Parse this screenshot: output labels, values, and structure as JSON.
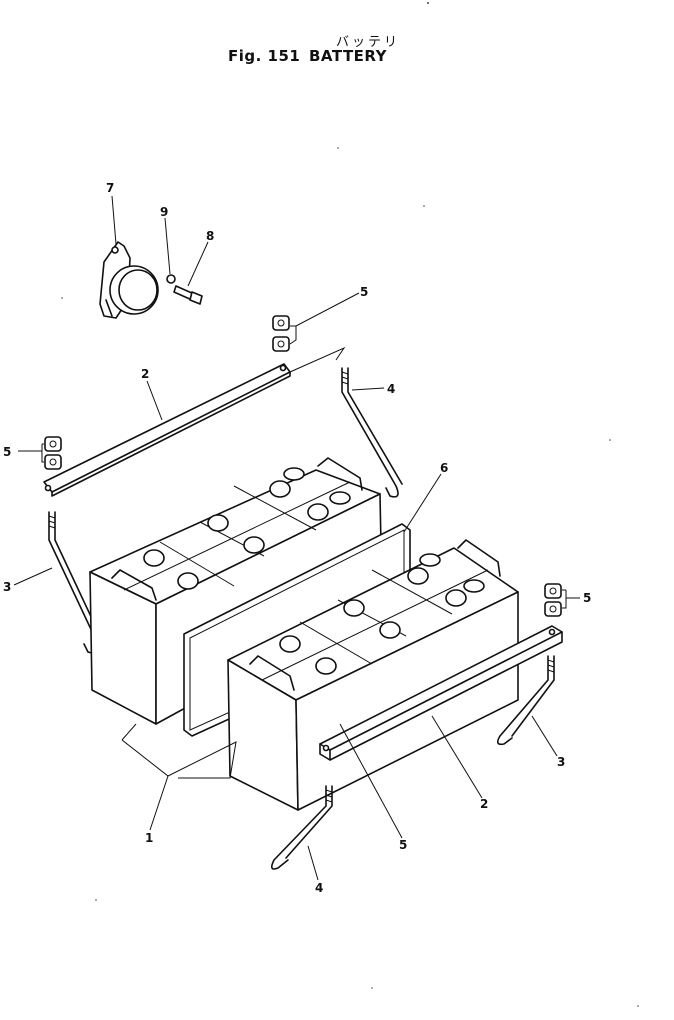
{
  "figure": {
    "title_jp": "バッテリ",
    "fig_label": "Fig. 151",
    "title": "BATTERY"
  },
  "callouts": {
    "c7": "7",
    "c9": "9",
    "c8": "8",
    "c5_top": "5",
    "c5_left": "5",
    "c5_right": "5",
    "c5_bottom": "5",
    "c2_top": "2",
    "c2_bottom": "2",
    "c4_top": "4",
    "c4_bottom": "4",
    "c3_left": "3",
    "c3_right": "3",
    "c6": "6",
    "c1": "1"
  }
}
